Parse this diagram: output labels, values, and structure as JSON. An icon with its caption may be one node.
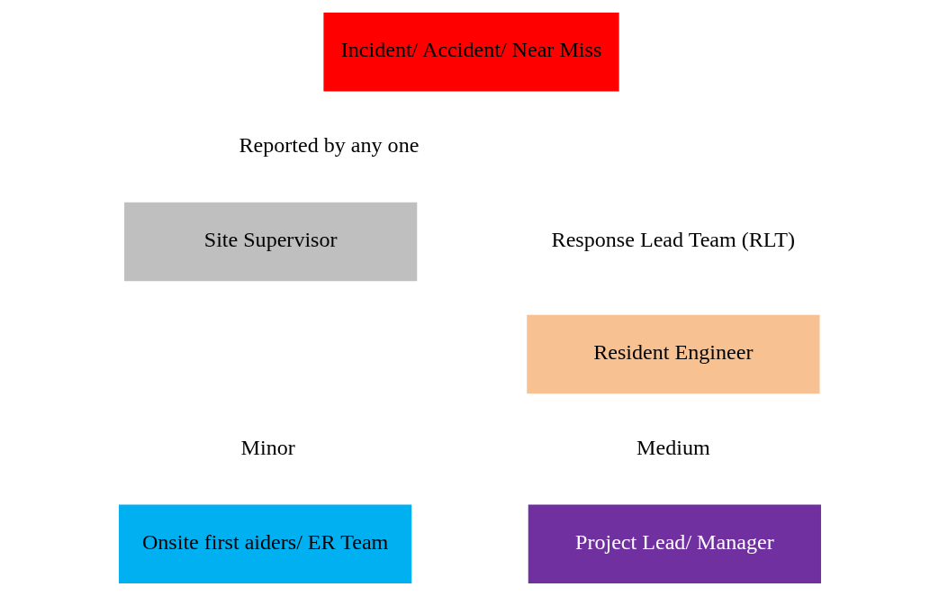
{
  "diagram": {
    "nodes": [
      {
        "text": [
          "Incident/ Accident/ Near Miss"
        ]
      },
      {
        "text": [
          "Site Supervisor"
        ]
      },
      {
        "text": [
          "Resident Engineer"
        ]
      },
      {
        "text": [
          "Onsite first aiders/ ER Team"
        ]
      },
      {
        "text": [
          "Project Lead/ Manager"
        ]
      }
    ],
    "edges": [],
    "labels": [
      "Reported by any one",
      "Response Lead Team (RLT)",
      "Medium",
      "Minor"
    ]
  }
}
